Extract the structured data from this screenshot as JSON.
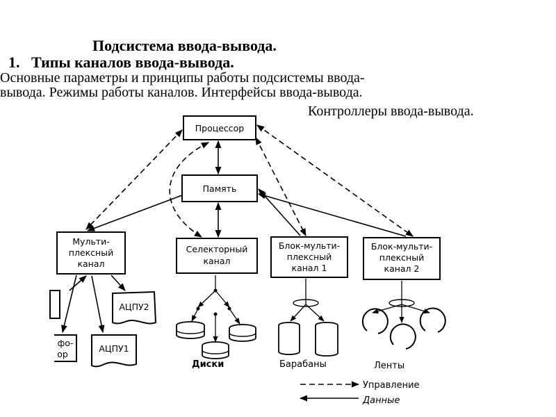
{
  "title": "Подсистема ввода-вывода.",
  "subtitle_number": "1.",
  "subtitle": "Типы каналов ввода-вывода.",
  "paragraph": {
    "line1": "Основные параметры и принципы работы подсистемы ввода-",
    "line2": "вывода. Режимы работы каналов. Интерфейсы ввода-вывода.",
    "line3": "Контроллеры ввода-вывода."
  },
  "diagram": {
    "processor": "Процессор",
    "memory": "Память",
    "multiplex": [
      "Мульти-",
      "плексный",
      "канал"
    ],
    "selector": [
      "Селекторный",
      "канал"
    ],
    "block1": [
      "Блок-мульти-",
      "плексный",
      "канал 1"
    ],
    "block2": [
      "Блок-мульти-",
      "плексный",
      "канал 2"
    ],
    "acpu2": "АЦПУ2",
    "acpu1": "АЦПУ1",
    "fofor": [
      "фо-",
      "ор"
    ],
    "disks": "Диски",
    "drums": "Барабаны",
    "tapes": "Ленты",
    "legend_control": "Управление",
    "legend_data": "Данные"
  }
}
